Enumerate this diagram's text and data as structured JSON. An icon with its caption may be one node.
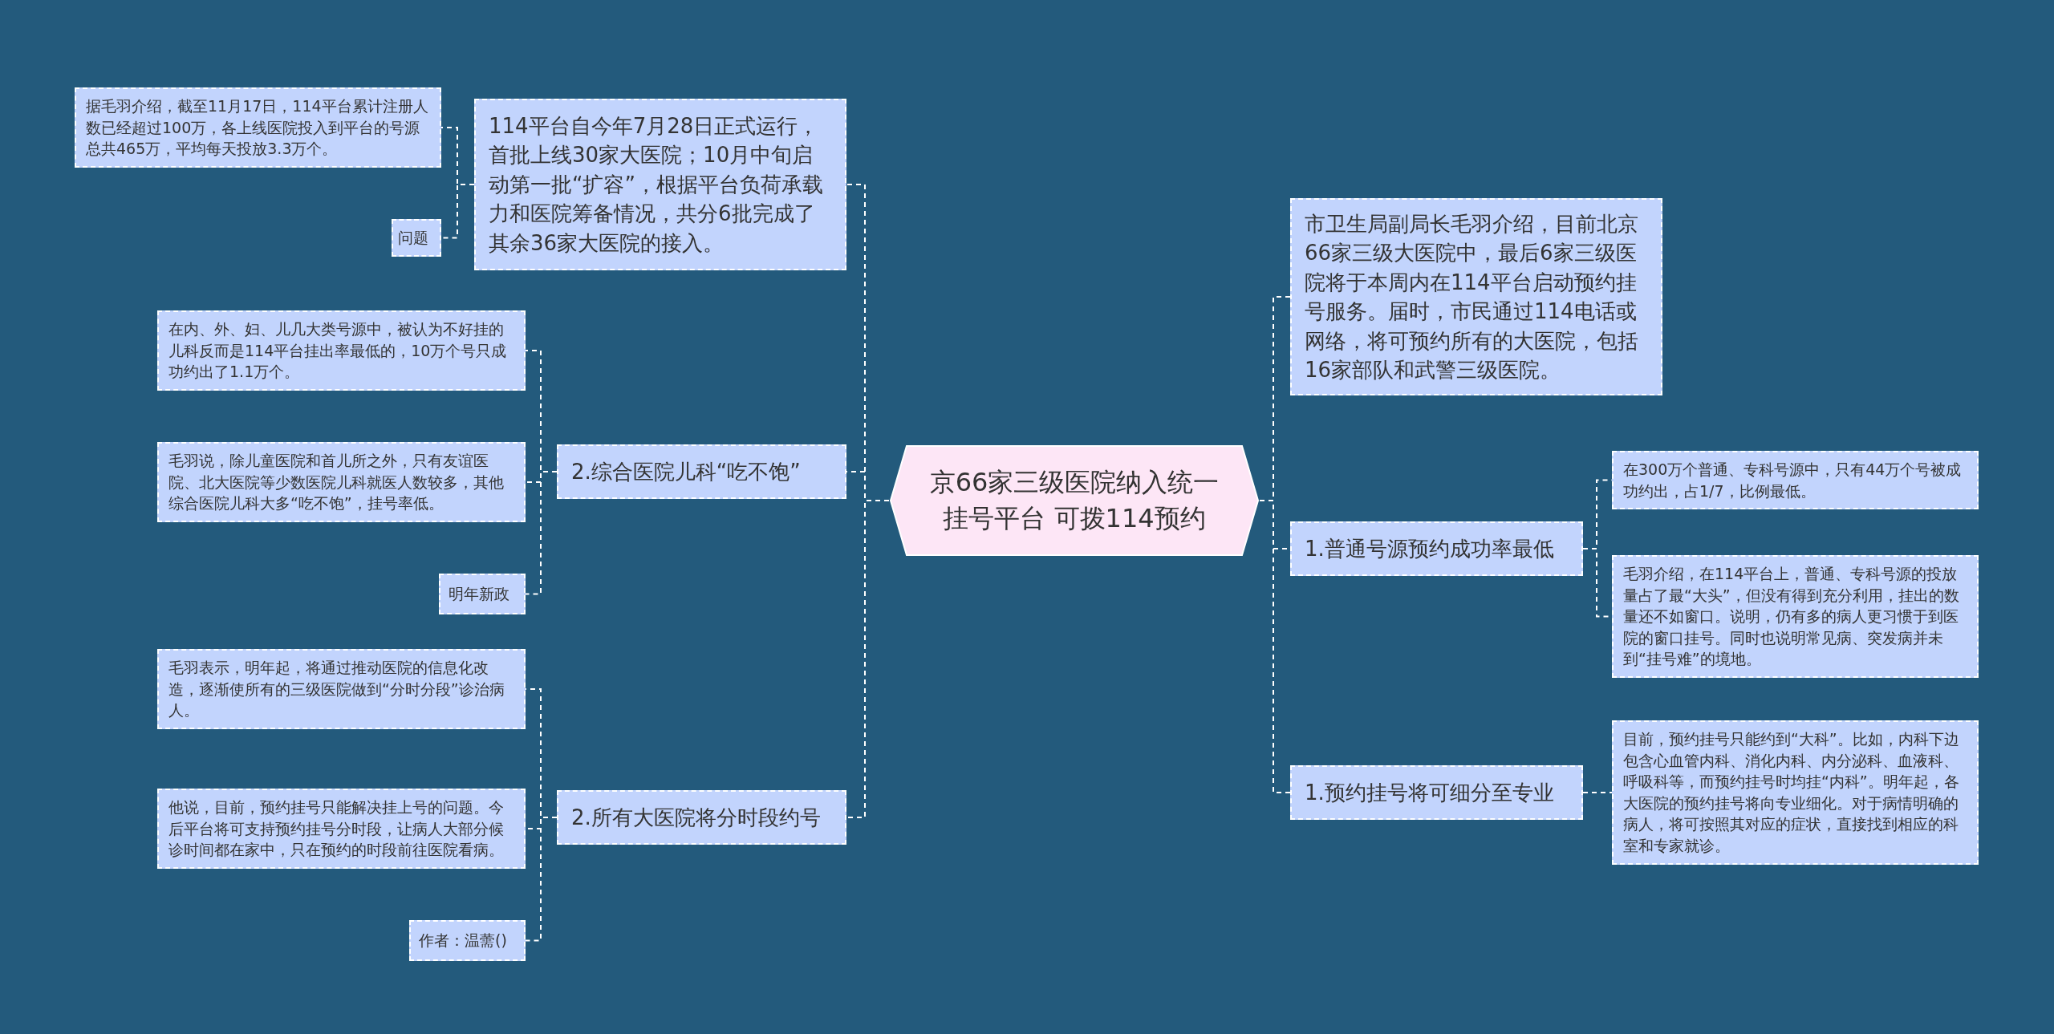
{
  "diagram": {
    "nodes": [
      {
        "text": [
          "京66家三级医院纳入统一挂号平台 可拨114预约"
        ]
      },
      {
        "text": [
          "114平台自今年7月28日正式运行，首批上线30家大医院；10月中旬启动第一批“扩容”，根据平台负荷承载力和医院筹备情况，共分6批完成了其余36家大医院的接入。"
        ]
      },
      {
        "text": [
          "据毛羽介绍，截至11月17日，114平台累计注册人数已经超过100万，各上线医院投入到平台的号源总共465万，平均每天投放3.3万个。"
        ]
      },
      {
        "text": [
          "问题"
        ]
      },
      {
        "text": [
          "2.综合医院儿科“吃不饱”"
        ]
      },
      {
        "text": [
          "在内、外、妇、儿几大类号源中，被认为不好挂的儿科反而是114平台挂出率最低的，10万个号只成功约出了1.1万个。"
        ]
      },
      {
        "text": [
          "毛羽说，除儿童医院和首儿所之外，只有友谊医院、北大医院等少数医院儿科就医人数较多，其他综合医院儿科大多“吃不饱”，挂号率低。"
        ]
      },
      {
        "text": [
          "明年新政"
        ]
      },
      {
        "text": [
          "2.所有大医院将分时段约号"
        ]
      },
      {
        "text": [
          "毛羽表示，明年起，将通过推动医院的信息化改造，逐渐使所有的三级医院做到“分时分段”诊治病人。"
        ]
      },
      {
        "text": [
          "他说，目前，预约挂号只能解决挂上号的问题。今后平台将可支持预约挂号分时段，让病人大部分候诊时间都在家中，只在预约的时段前往医院看病。"
        ]
      },
      {
        "text": [
          "作者：温薷()"
        ]
      },
      {
        "text": [
          "市卫生局副局长毛羽介绍，目前北京66家三级大医院中，最后6家三级医院将于本周内在114平台启动预约挂号服务。届时，市民通过114电话或网络，将可预约所有的大医院，包括16家部队和武警三级医院。"
        ]
      },
      {
        "text": [
          "1.普通号源预约成功率最低"
        ]
      },
      {
        "text": [
          "在300万个普通、专科号源中，只有44万个号被成功约出，占1/7，比例最低。"
        ]
      },
      {
        "text": [
          "毛羽介绍，在114平台上，普通、专科号源的投放量占了最“大头”，但没有得到充分利用，挂出的数量还不如窗口。说明，仍有多的病人更习惯于到医院的窗口挂号。同时也说明常见病、突发病并未到“挂号难”的境地。"
        ]
      },
      {
        "text": [
          "1.预约挂号将可细分至专业"
        ]
      },
      {
        "text": [
          "目前，预约挂号只能约到“大科”。比如，内科下边包含心血管内科、消化内科、内分泌科、血液科、呼吸科等，而预约挂号时均挂“内科”。明年起，各大医院的预约挂号将向专业细化。对于病情明确的病人，将可按照其对应的症状，直接找到相应的科室和专家就诊。"
        ]
      }
    ],
    "edges": [
      {
        "from": 0,
        "to": 1,
        "arrow": "none"
      },
      {
        "from": 1,
        "to": 2,
        "arrow": "none"
      },
      {
        "from": 1,
        "to": 3,
        "arrow": "none"
      },
      {
        "from": 0,
        "to": 4,
        "arrow": "none"
      },
      {
        "from": 4,
        "to": 5,
        "arrow": "none"
      },
      {
        "from": 4,
        "to": 6,
        "arrow": "none"
      },
      {
        "from": 4,
        "to": 7,
        "arrow": "none"
      },
      {
        "from": 0,
        "to": 8,
        "arrow": "none"
      },
      {
        "from": 8,
        "to": 9,
        "arrow": "none"
      },
      {
        "from": 8,
        "to": 10,
        "arrow": "none"
      },
      {
        "from": 8,
        "to": 11,
        "arrow": "none"
      },
      {
        "from": 0,
        "to": 12,
        "arrow": "none"
      },
      {
        "from": 0,
        "to": 13,
        "arrow": "none"
      },
      {
        "from": 13,
        "to": 14,
        "arrow": "none"
      },
      {
        "from": 13,
        "to": 15,
        "arrow": "none"
      },
      {
        "from": 0,
        "to": 16,
        "arrow": "none"
      },
      {
        "from": 16,
        "to": 17,
        "arrow": "none"
      }
    ]
  }
}
